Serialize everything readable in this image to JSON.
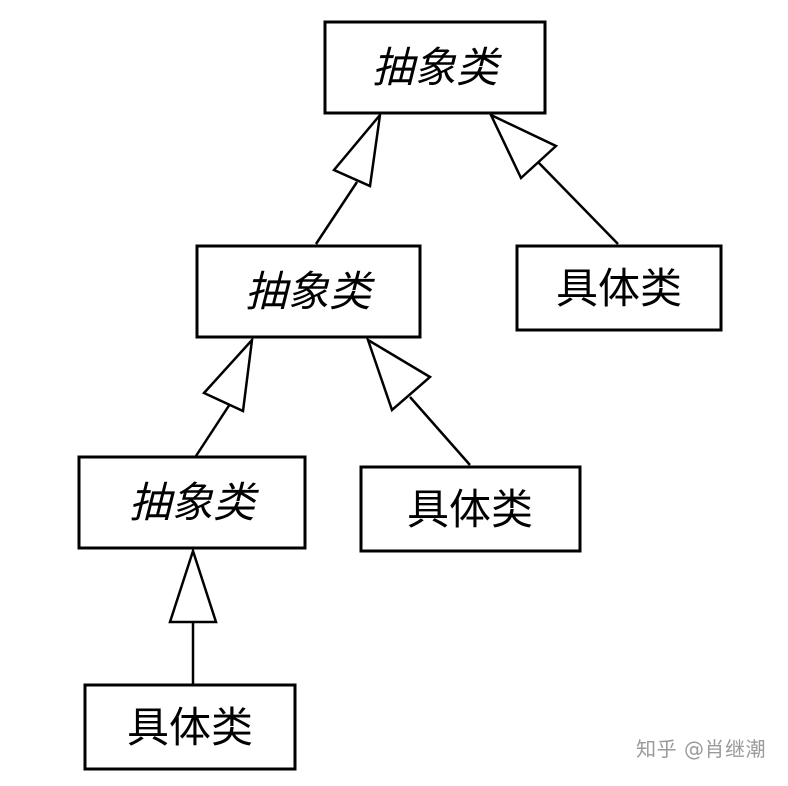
{
  "nodes": {
    "abstract_1": {
      "label": "抽象类",
      "kind": "abstract"
    },
    "abstract_2": {
      "label": "抽象类",
      "kind": "abstract"
    },
    "abstract_3": {
      "label": "抽象类",
      "kind": "abstract"
    },
    "concrete_1": {
      "label": "具体类",
      "kind": "concrete"
    },
    "concrete_2": {
      "label": "具体类",
      "kind": "concrete"
    },
    "concrete_3": {
      "label": "具体类",
      "kind": "concrete"
    }
  },
  "edges": [
    {
      "from": "abstract_2",
      "to": "abstract_1",
      "relation": "inheritance"
    },
    {
      "from": "concrete_1",
      "to": "abstract_1",
      "relation": "inheritance"
    },
    {
      "from": "abstract_3",
      "to": "abstract_2",
      "relation": "inheritance"
    },
    {
      "from": "concrete_2",
      "to": "abstract_2",
      "relation": "inheritance"
    },
    {
      "from": "concrete_3",
      "to": "abstract_3",
      "relation": "inheritance"
    }
  ],
  "watermark": "知乎 @肖继潮"
}
